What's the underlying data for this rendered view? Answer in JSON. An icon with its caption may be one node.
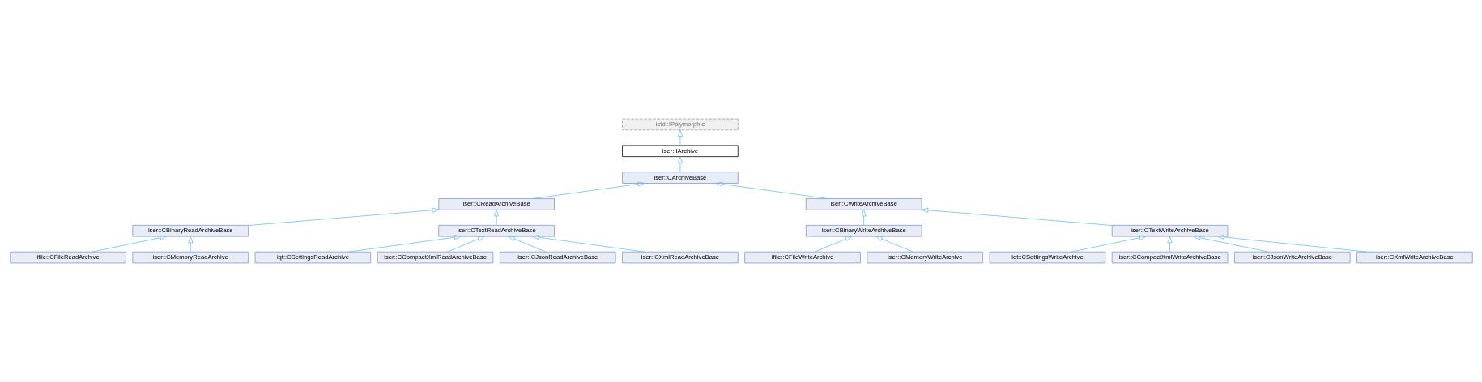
{
  "diagram": {
    "nodes": [
      {
        "text": [
          "istd::IPolymorphic"
        ]
      },
      {
        "text": [
          "iser::IArchive"
        ]
      },
      {
        "text": [
          "iser::CArchiveBase"
        ]
      },
      {
        "text": [
          "iser::CReadArchiveBase"
        ]
      },
      {
        "text": [
          "iser::CWriteArchiveBase"
        ]
      },
      {
        "text": [
          "iser::CBinaryReadArchiveBase"
        ]
      },
      {
        "text": [
          "iser::CTextReadArchiveBase"
        ]
      },
      {
        "text": [
          "ifile::CFileReadArchive"
        ]
      },
      {
        "text": [
          "iser::CMemoryReadArchive"
        ]
      },
      {
        "text": [
          "iqt::CSettingsReadArchive"
        ]
      },
      {
        "text": [
          "iser::CCompactXmlReadArchiveBase"
        ]
      },
      {
        "text": [
          "iser::CJsonReadArchiveBase"
        ]
      },
      {
        "text": [
          "iser::CXmlReadArchiveBase"
        ]
      },
      {
        "text": [
          "iser::CBinaryWriteArchiveBase"
        ]
      },
      {
        "text": [
          "iser::CTextWriteArchiveBase"
        ]
      },
      {
        "text": [
          "ifile::CFileWriteArchive"
        ]
      },
      {
        "text": [
          "iser::CMemoryWriteArchive"
        ]
      },
      {
        "text": [
          "iqt::CSettingsWriteArchive"
        ]
      },
      {
        "text": [
          "iser::CCompactXmlWriteArchiveBase"
        ]
      },
      {
        "text": [
          "iser::CJsonWriteArchiveBase"
        ]
      },
      {
        "text": [
          "iser::CXmlWriteArchiveBase"
        ]
      }
    ],
    "edges": [
      {
        "from": 1,
        "to": 0,
        "arrow": "to"
      },
      {
        "from": 2,
        "to": 1,
        "arrow": "to"
      },
      {
        "from": 3,
        "to": 2,
        "arrow": "to"
      },
      {
        "from": 4,
        "to": 2,
        "arrow": "to"
      },
      {
        "from": 5,
        "to": 3,
        "arrow": "to"
      },
      {
        "from": 6,
        "to": 3,
        "arrow": "to"
      },
      {
        "from": 7,
        "to": 5,
        "arrow": "to"
      },
      {
        "from": 8,
        "to": 5,
        "arrow": "to"
      },
      {
        "from": 9,
        "to": 6,
        "arrow": "to"
      },
      {
        "from": 10,
        "to": 6,
        "arrow": "to"
      },
      {
        "from": 11,
        "to": 6,
        "arrow": "to"
      },
      {
        "from": 12,
        "to": 6,
        "arrow": "to"
      },
      {
        "from": 13,
        "to": 4,
        "arrow": "to"
      },
      {
        "from": 14,
        "to": 4,
        "arrow": "to"
      },
      {
        "from": 15,
        "to": 13,
        "arrow": "to"
      },
      {
        "from": 16,
        "to": 13,
        "arrow": "to"
      },
      {
        "from": 17,
        "to": 14,
        "arrow": "to"
      },
      {
        "from": 18,
        "to": 14,
        "arrow": "to"
      },
      {
        "from": 19,
        "to": 14,
        "arrow": "to"
      },
      {
        "from": 20,
        "to": 14,
        "arrow": "to"
      }
    ]
  }
}
